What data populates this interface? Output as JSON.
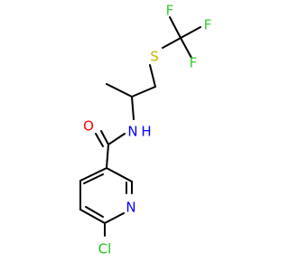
{
  "molecule": {
    "colors": {
      "bond": "#000000",
      "C": "#000000",
      "N": "#0000ff",
      "O": "#ff0000",
      "S": "#c8b400",
      "F": "#33cc33",
      "Cl": "#1fbf1f",
      "background": "#ffffff"
    },
    "atoms": {
      "F1": {
        "label": "F",
        "element": "F"
      },
      "F2": {
        "label": "F",
        "element": "F"
      },
      "F3": {
        "label": "F",
        "element": "F"
      },
      "S": {
        "label": "S",
        "element": "S"
      },
      "N_amide": {
        "label": "N",
        "element": "N"
      },
      "H_amide": {
        "label": "H",
        "element": "N"
      },
      "O": {
        "label": "O",
        "element": "O"
      },
      "N_ring": {
        "label": "N",
        "element": "N"
      },
      "Cl": {
        "label": "Cl",
        "element": "Cl"
      }
    }
  }
}
